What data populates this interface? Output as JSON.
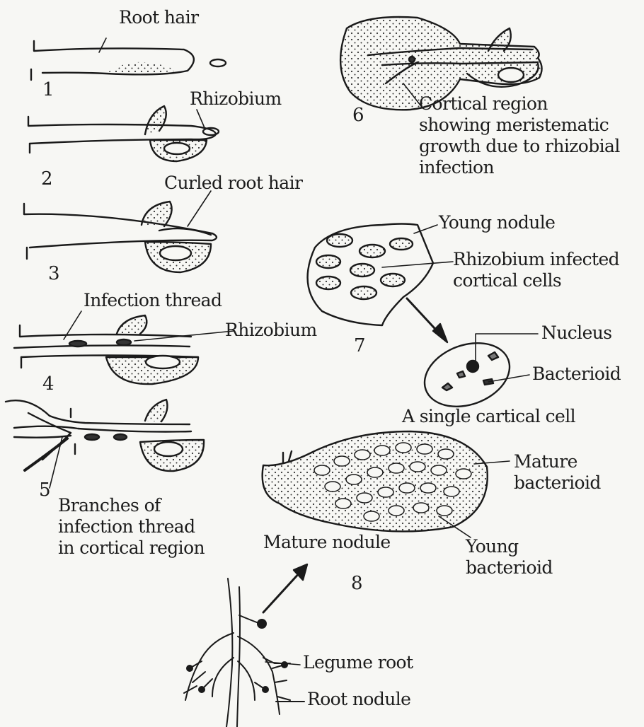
{
  "stages": {
    "s1": "1",
    "s2": "2",
    "s3": "3",
    "s4": "4",
    "s5": "5",
    "s6": "6",
    "s7": "7",
    "s8": "8"
  },
  "labels": {
    "root_hair": "Root hair",
    "rhizobium_stage2": "Rhizobium",
    "curled_root_hair": "Curled root hair",
    "infection_thread": "Infection thread",
    "rhizobium_stage4": "Rhizobium",
    "branches": [
      "Branches of",
      "infection thread",
      "in cortical region"
    ],
    "cortical_region": [
      "Cortical region",
      "showing meristematic",
      "growth due to rhizobial",
      "infection"
    ],
    "young_nodule": "Young nodule",
    "rhizobium_infected": [
      "Rhizobium infected",
      "cortical cells"
    ],
    "nucleus": "Nucleus",
    "bacterioid": "Bacterioid",
    "single_cell": "A single cartical cell",
    "mature_bacterioid": [
      "Mature",
      "bacterioid"
    ],
    "mature_nodule": "Mature nodule",
    "young_bacterioid": [
      "Young",
      "bacterioid"
    ],
    "legume_root": "Legume root",
    "root_nodule": "Root nodule"
  }
}
